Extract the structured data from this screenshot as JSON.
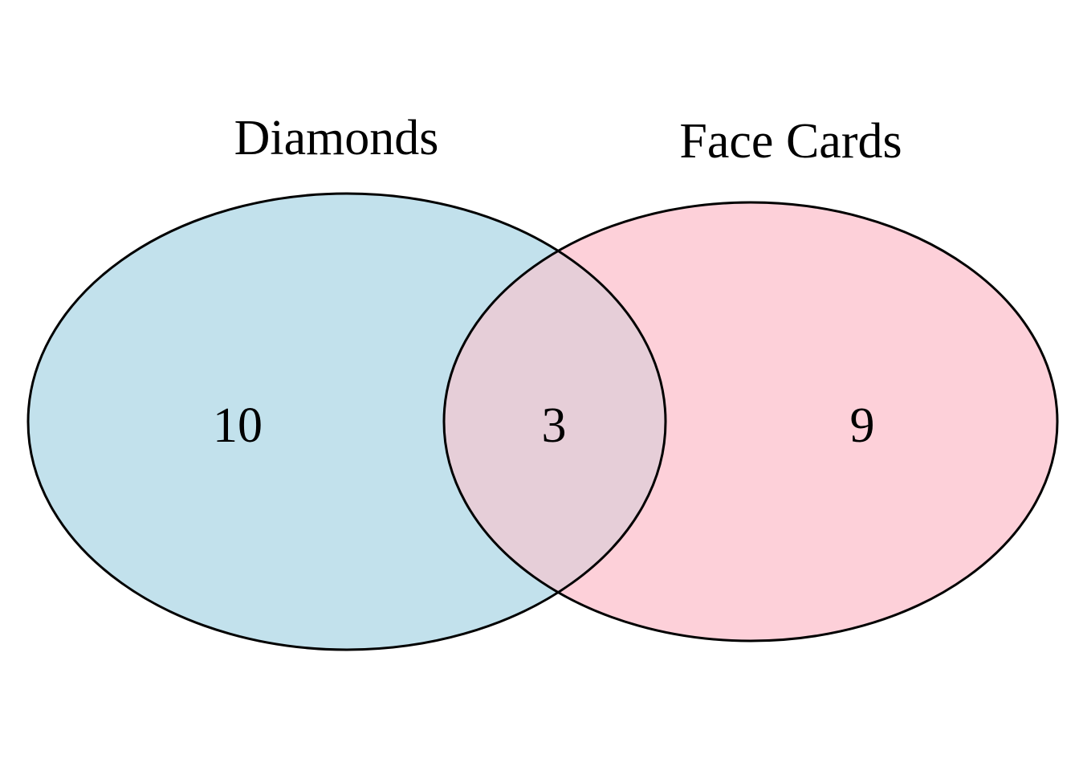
{
  "chart_data": {
    "type": "venn",
    "sets": [
      {
        "name": "Diamonds",
        "only_count": 10,
        "color": "#c2e1ec"
      },
      {
        "name": "Face Cards",
        "only_count": 9,
        "color": "#fdd0d9"
      }
    ],
    "intersection": {
      "count": 3,
      "color": "#e6ced8"
    }
  },
  "labels": {
    "set_a": "Diamonds",
    "set_b": "Face Cards",
    "a_only": "10",
    "intersection": "3",
    "b_only": "9"
  }
}
